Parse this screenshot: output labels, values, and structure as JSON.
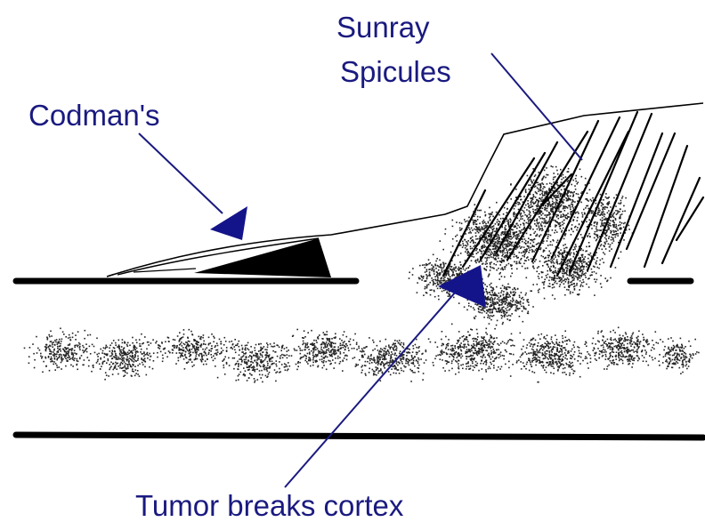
{
  "labels": {
    "sunray_line1": "Sunray",
    "sunray_line2": "Spicules",
    "codman": "Codman's",
    "tumor": "Tumor breaks cortex"
  },
  "colors": {
    "label": "#1a1a80",
    "arrow": "#1a1a80",
    "arrowhead": "#14148a",
    "line": "#000000",
    "stipple": "#222222"
  }
}
